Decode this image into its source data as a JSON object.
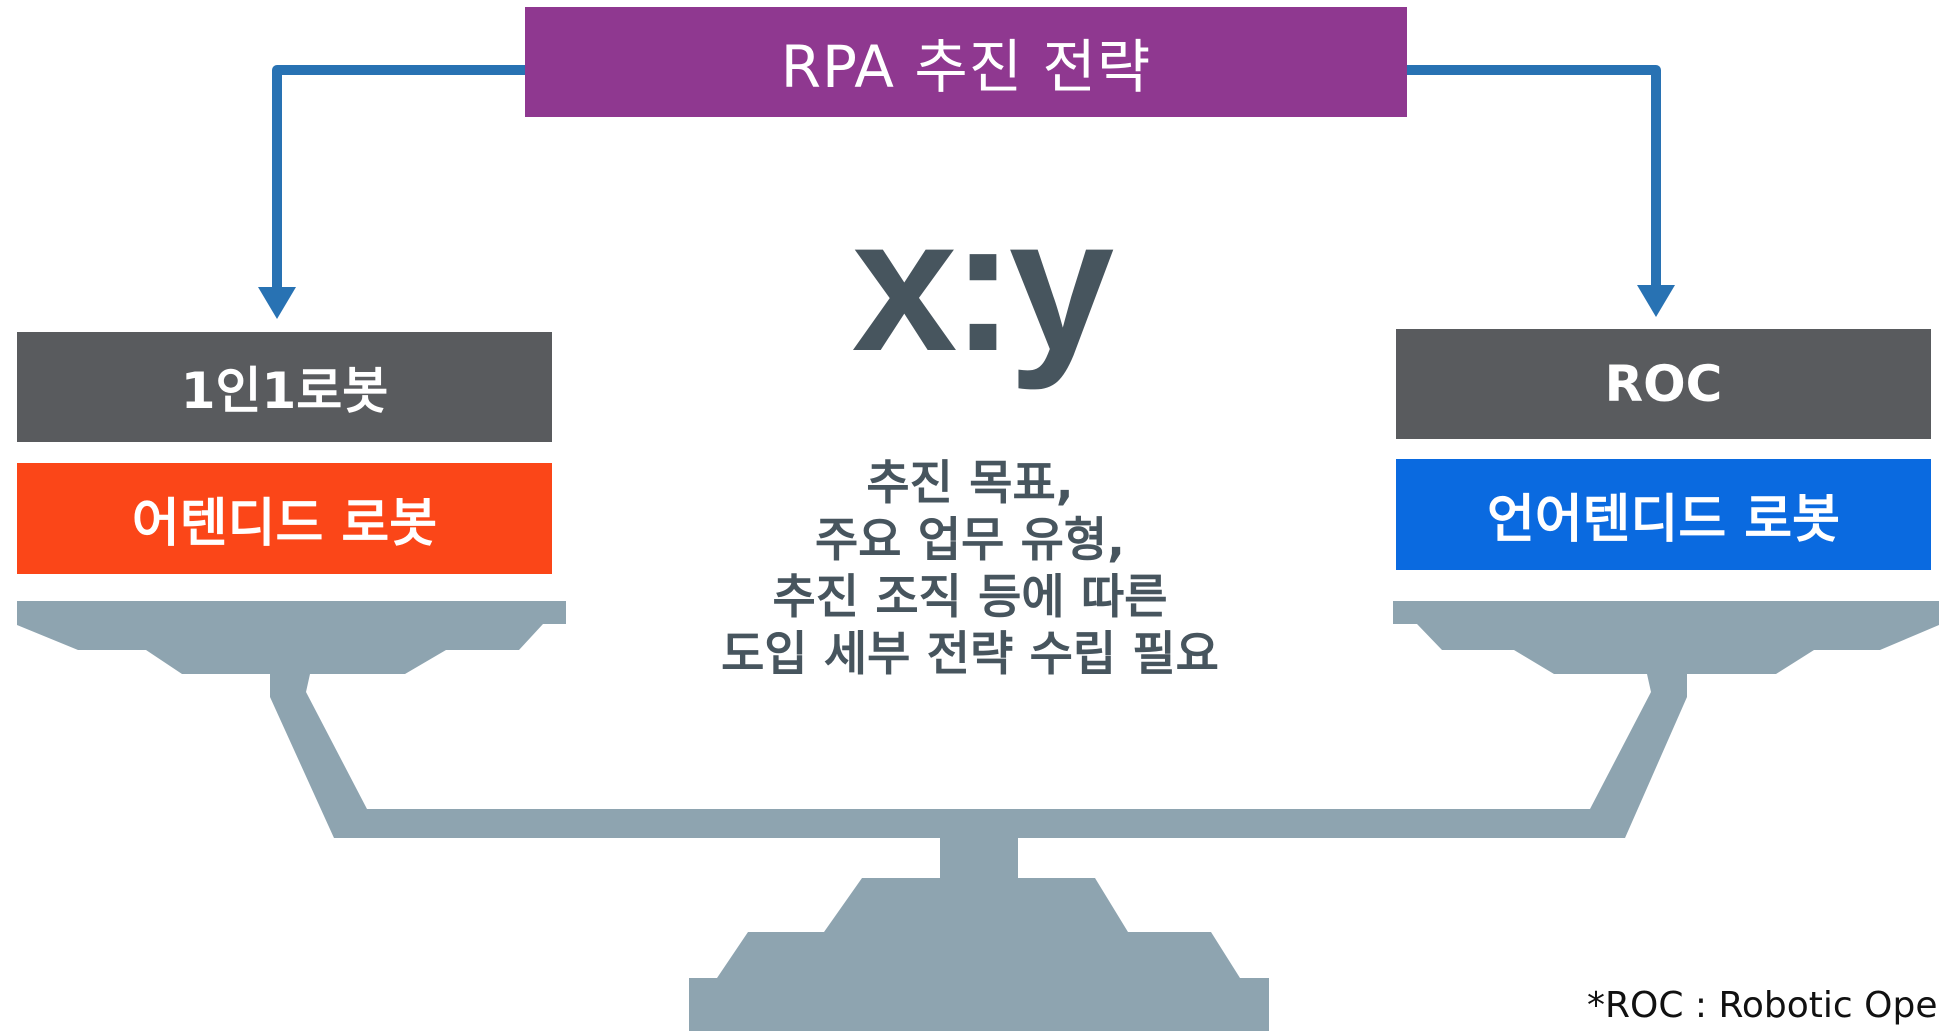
{
  "title": "RPA 추진 전략",
  "left": {
    "header": "1인1로봇",
    "label": "어텐디드 로봇"
  },
  "right": {
    "header": "ROC",
    "label": "언어텐디드 로봇"
  },
  "ratio": "x:y",
  "description": [
    "추진 목표,",
    "주요 업무 유형,",
    "추진 조직 등에 따른",
    "도입 세부 전략 수립 필요"
  ],
  "footnote": "*ROC : Robotic Oper",
  "colors": {
    "title_bg": "#8f3890",
    "header_bg": "#595b5e",
    "attended_bg": "#fb4618",
    "unattended_bg": "#0a6ae0",
    "arrow": "#2872b3",
    "scale": "#8ea4b0",
    "text_dark": "#47555e"
  }
}
